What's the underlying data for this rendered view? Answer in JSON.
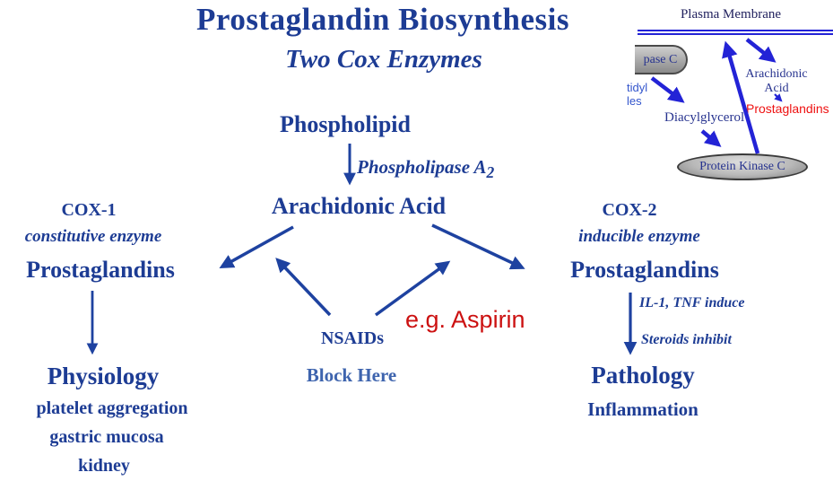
{
  "title": {
    "main": "Prostaglandin Biosynthesis",
    "subtitle": "Two Cox Enzymes"
  },
  "pathway": {
    "phospholipid": "Phospholipid",
    "enzyme": "Phospholipase A",
    "enzyme_subscript": "2",
    "arachidonic_acid": "Arachidonic Acid",
    "cox1": {
      "name": "COX-1",
      "type": "constitutive enzyme",
      "product": "Prostaglandins",
      "outcome": "Physiology",
      "effects": [
        "platelet aggregation",
        "gastric mucosa",
        "kidney"
      ]
    },
    "cox2": {
      "name": "COX-2",
      "type": "inducible enzyme",
      "product": "Prostaglandins",
      "induce_note": "IL-1, TNF induce",
      "inhibit_note": "Steroids inhibit",
      "outcome": "Pathology",
      "effect": "Inflammation"
    },
    "nsaids": {
      "label": "NSAIDs",
      "action": "Block Here",
      "example": "e.g. Aspirin"
    }
  },
  "inset": {
    "membrane_label": "Plasma Membrane",
    "phospholipase_fragment": "pase C",
    "left_fragment_1": "tidyl",
    "left_fragment_2": "les",
    "diacylglycerol": "Diacylglycerol",
    "arachidonic_line1": "Arachidonic",
    "arachidonic_line2": "Acid",
    "prostaglandins": "Prostaglandins",
    "protein_kinase": "Protein Kinase C"
  },
  "colors": {
    "navy_text": "#1d3c94",
    "arrow_navy": "#1e42a0",
    "inset_arrow_blue": "#2323d6",
    "block_here_blue": "#3e64ae",
    "aspirin_red": "#cc1111",
    "prostaglandins_red": "#ee1111"
  }
}
